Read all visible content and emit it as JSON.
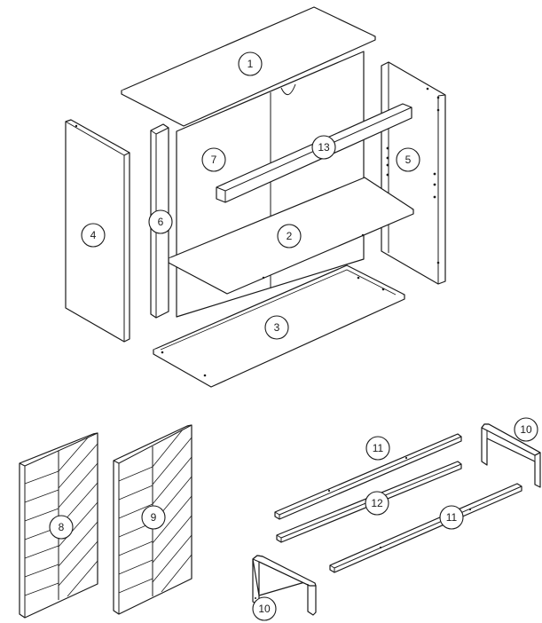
{
  "callouts": [
    {
      "id": "c1",
      "label": "1"
    },
    {
      "id": "c2",
      "label": "2"
    },
    {
      "id": "c3",
      "label": "3"
    },
    {
      "id": "c4",
      "label": "4"
    },
    {
      "id": "c5",
      "label": "5"
    },
    {
      "id": "c6",
      "label": "6"
    },
    {
      "id": "c7",
      "label": "7"
    },
    {
      "id": "c8",
      "label": "8"
    },
    {
      "id": "c9",
      "label": "9"
    },
    {
      "id": "c10a",
      "label": "10"
    },
    {
      "id": "c10b",
      "label": "10"
    },
    {
      "id": "c11a",
      "label": "11"
    },
    {
      "id": "c11b",
      "label": "11"
    },
    {
      "id": "c12",
      "label": "12"
    },
    {
      "id": "c13",
      "label": "13"
    }
  ]
}
